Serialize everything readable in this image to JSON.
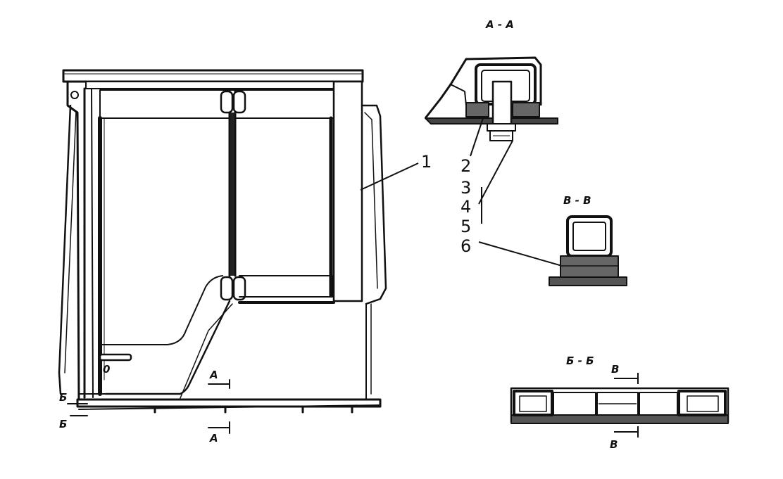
{
  "sections": {
    "aa_title": "А - А",
    "bb_title": "В - В",
    "vv_title": "Б - Б"
  },
  "callouts": [
    "1",
    "2",
    "3",
    "4",
    "5",
    "6"
  ],
  "cab_marks": {
    "handle_label": "0",
    "a_top": "А",
    "a_bottom": "А",
    "b_top": "Б",
    "b_bottom": "Б"
  },
  "strip_marks": {
    "v_top": "В",
    "v_bottom": "В"
  }
}
